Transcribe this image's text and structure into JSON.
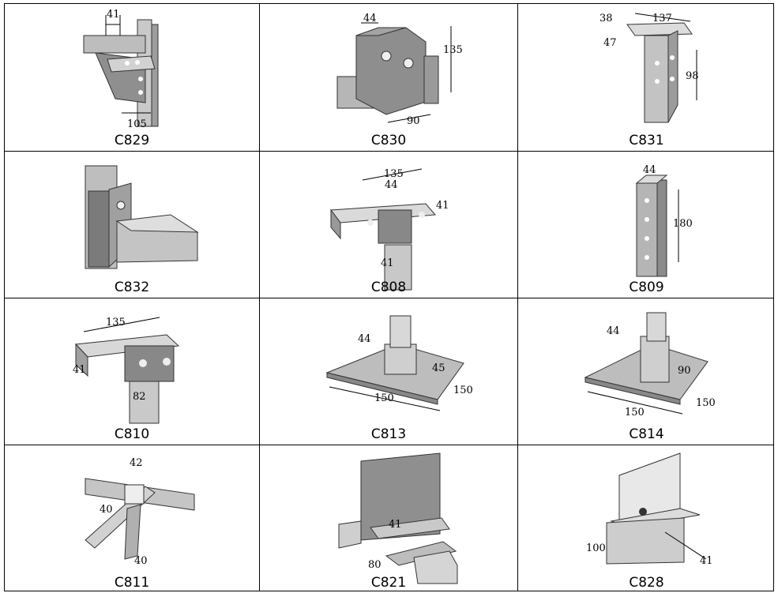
{
  "cells": [
    {
      "code": "C829",
      "dims": [
        "41",
        "105"
      ]
    },
    {
      "code": "C830",
      "dims": [
        "44",
        "135",
        "90"
      ]
    },
    {
      "code": "C831",
      "dims": [
        "38",
        "137",
        "47",
        "98"
      ]
    },
    {
      "code": "C832",
      "dims": []
    },
    {
      "code": "C808",
      "dims": [
        "135",
        "44",
        "41",
        "41"
      ]
    },
    {
      "code": "C809",
      "dims": [
        "44",
        "180"
      ]
    },
    {
      "code": "C810",
      "dims": [
        "135",
        "41",
        "82"
      ]
    },
    {
      "code": "C813",
      "dims": [
        "44",
        "45",
        "150",
        "150"
      ]
    },
    {
      "code": "C814",
      "dims": [
        "44",
        "90",
        "150",
        "150"
      ]
    },
    {
      "code": "C811",
      "dims": [
        "42",
        "40",
        "40"
      ]
    },
    {
      "code": "C821",
      "dims": [
        "41",
        "80"
      ]
    },
    {
      "code": "C828",
      "dims": [
        "100",
        "41"
      ]
    }
  ],
  "colors": {
    "metal_light": "#d6d6d6",
    "metal_mid": "#a8a8a8",
    "metal_dark": "#6e6e6e",
    "plate": "#b9b9b9"
  }
}
